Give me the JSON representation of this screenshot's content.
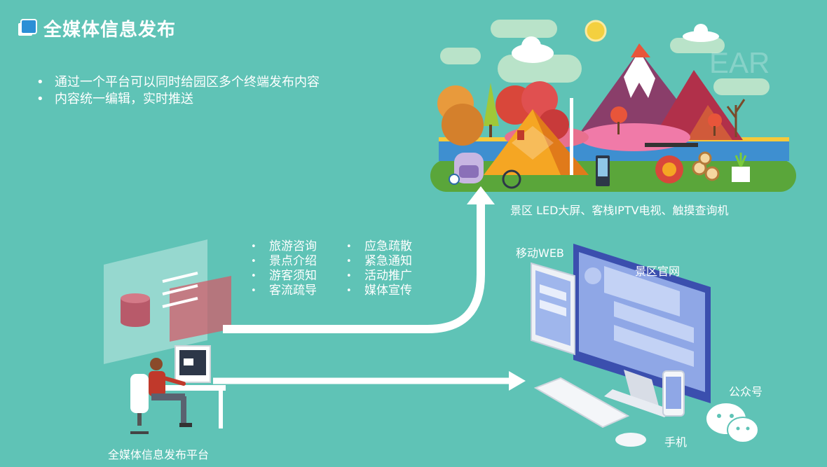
{
  "title": "全媒体信息发布",
  "bullets": [
    "通过一个平台可以同时给园区多个终端发布内容",
    "内容统一编辑，实时推送"
  ],
  "services_left": [
    "旅游咨询",
    "景点介绍",
    "游客须知",
    "客流疏导"
  ],
  "services_right": [
    "应急疏散",
    "紧急通知",
    "活动推广",
    "媒体宣传"
  ],
  "labels": {
    "scenic_terminals": "景区 LED大屏、客栈IPTV电视、触摸查询机",
    "mobile_web": "移动WEB",
    "official_site": "景区官网",
    "wechat": "公众号",
    "phone": "手机",
    "platform": "全媒体信息发布平台"
  },
  "watermark": "EAR",
  "colors": {
    "background": "#5fc3b6",
    "arrow": "#ffffff",
    "accent_blue": "#2c8fd6"
  }
}
